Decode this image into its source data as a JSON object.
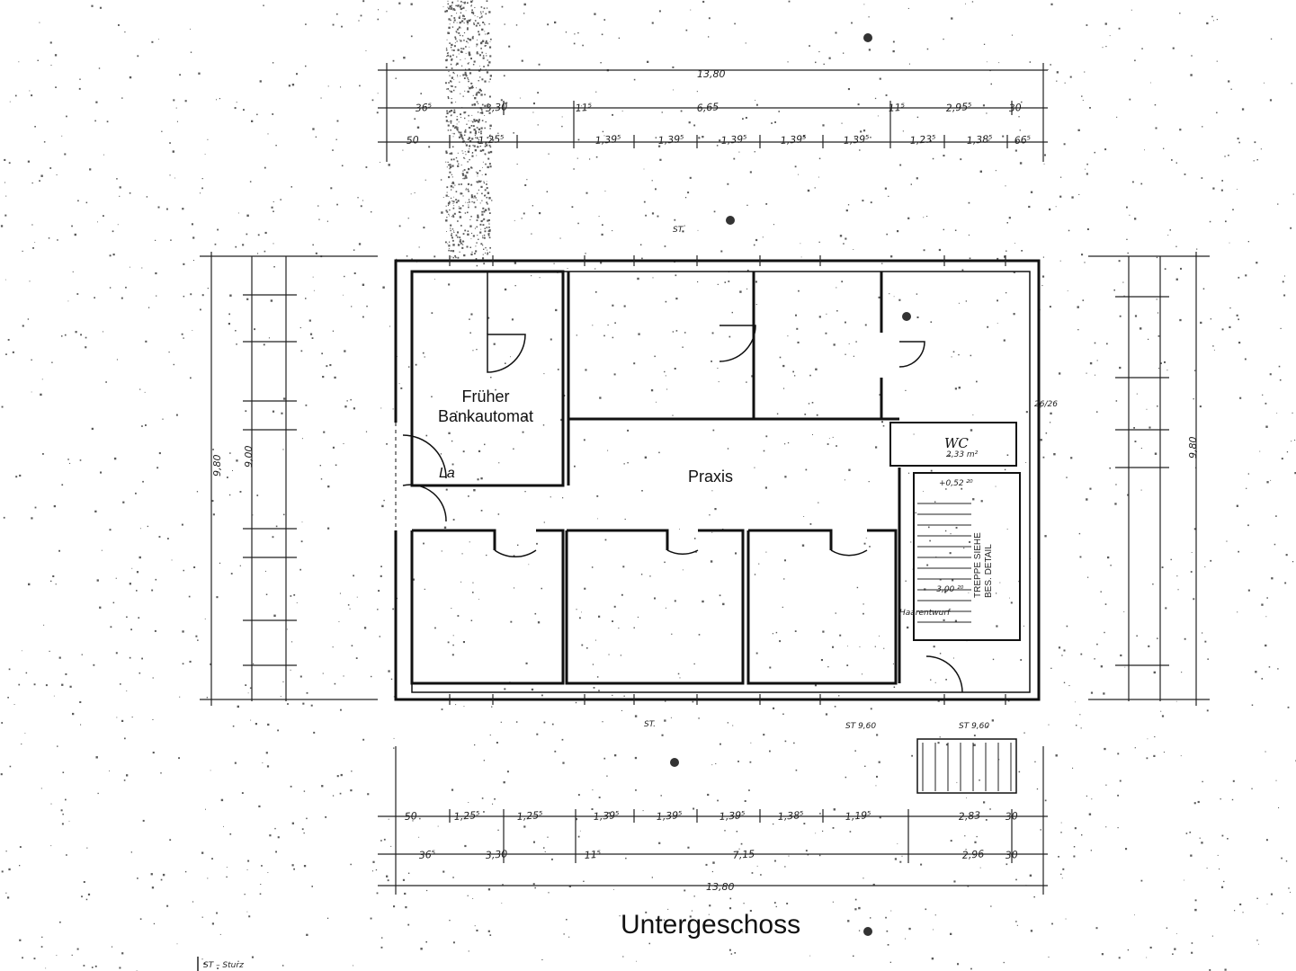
{
  "title": "Untergeschoss",
  "rooms": {
    "bank": {
      "line1": "Früher",
      "line2": "Bankautomat"
    },
    "praxis": "Praxis",
    "wc": "WC",
    "wc_area": "2,33 m²",
    "la": "La"
  },
  "stair_note": [
    "TREPPE SIEHE",
    "BES. DETAIL"
  ],
  "annotations": {
    "hood": "Haarentwurf",
    "level_top": "+0,52 ²⁰",
    "level_mid": "-3,00 ²⁰",
    "st": "ST.",
    "st_lower_left": "ST.",
    "st_960": "ST 9,60",
    "st_960b": "ST 9,60",
    "legend": "ST – Sturz"
  },
  "dims": {
    "top_total": "13,80",
    "top_row2": [
      "36⁵",
      "3,30",
      "11⁵",
      "6,65",
      "11⁵",
      "2,95⁵",
      "30"
    ],
    "top_row3": [
      "50",
      "1,25⁵",
      "1,39⁵",
      "1,39⁵",
      "1,39⁵",
      "1,39⁵",
      "1,39⁵",
      "1,23⁵",
      "1,38⁵",
      "66⁵"
    ],
    "bottom_total": "13,80",
    "bottom_row2": [
      "36⁵",
      "3,30",
      "11⁵",
      "7,15",
      "2,96",
      "30"
    ],
    "bottom_row1": [
      "50",
      "1,25⁵",
      "1,25⁵",
      "1,39⁵",
      "1,39⁵",
      "1,39⁵",
      "1,38⁵",
      "1,19⁵",
      "2,83",
      "30"
    ],
    "left_total": "9,80",
    "left_inner": "9,00",
    "right_total": "9,80",
    "right_inner": "26/26"
  },
  "colors": {
    "ink": "#111111",
    "speckle": "#5a5a5a",
    "paper": "#ffffff"
  }
}
